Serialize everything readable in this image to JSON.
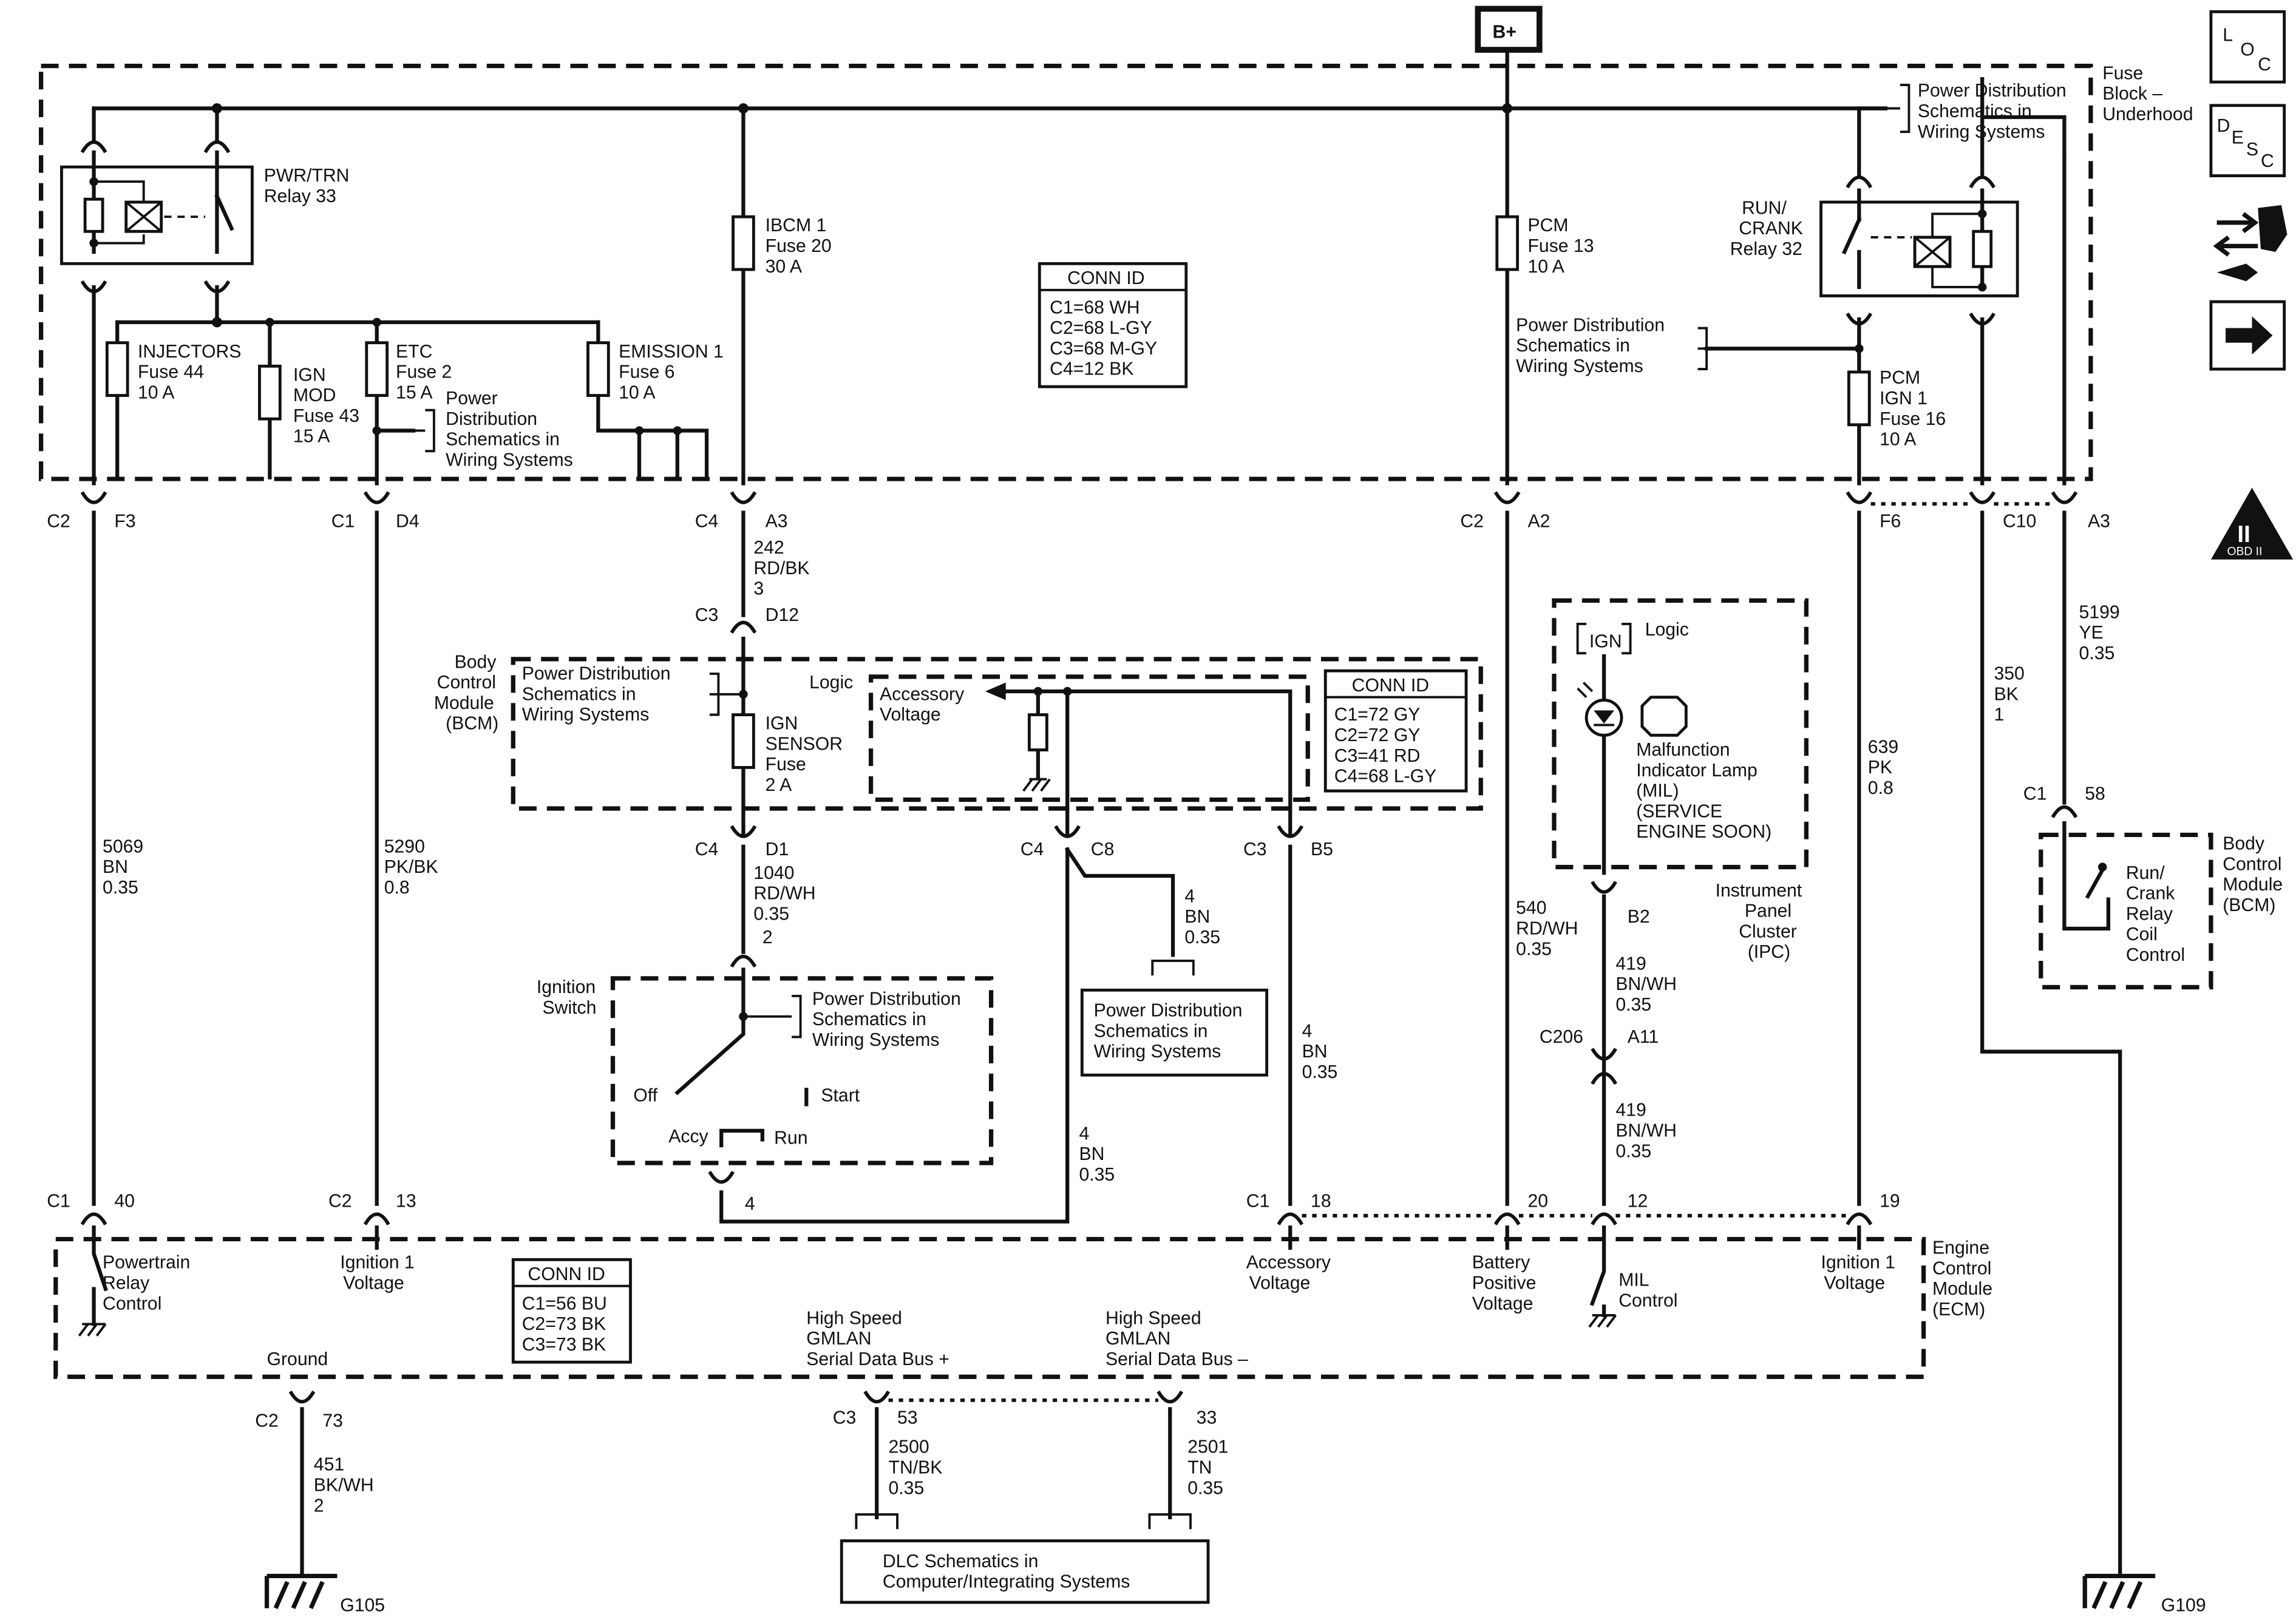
{
  "source": {
    "b_plus": "B+"
  },
  "icons": {
    "loc": [
      "L",
      "O",
      "C"
    ],
    "desc": [
      "D",
      "E",
      "S",
      "C"
    ],
    "obd_badge": [
      "II",
      "OBD II"
    ]
  },
  "fuse_block": {
    "title": [
      "Fuse",
      "Block –",
      "Underhood"
    ],
    "pwr_trn_relay": [
      "PWR/TRN",
      "Relay 33"
    ],
    "run_crank_relay": [
      "RUN/",
      "CRANK",
      "Relay 32"
    ],
    "ibcm_fuse": [
      "IBCM 1",
      "Fuse 20",
      "30 A"
    ],
    "pcm_fuse": [
      "PCM",
      "Fuse 13",
      "10 A"
    ],
    "pcm_ign_fuse": [
      "PCM",
      "IGN 1",
      "Fuse 16",
      "10 A"
    ],
    "injectors_fuse": [
      "INJECTORS",
      "Fuse 44",
      "10 A"
    ],
    "ign_mod_fuse": [
      "IGN",
      "MOD",
      "Fuse 43",
      "15 A"
    ],
    "etc_fuse": [
      "ETC",
      "Fuse 2",
      "15 A"
    ],
    "emission_fuse": [
      "EMISSION 1",
      "Fuse 6",
      "10 A"
    ],
    "pd_ref_top": [
      "Power Distribution",
      "Schematics in",
      "Wiring Systems"
    ],
    "pd_ref_etc": [
      "Power",
      "Distribution",
      "Schematics in",
      "Wiring Systems"
    ],
    "pd_ref_pcm": [
      "Power Distribution",
      "Schematics in",
      "Wiring Systems"
    ],
    "conn_id": {
      "header": "CONN ID",
      "rows": [
        "C1=68 WH",
        "C2=68 L-GY",
        "C3=68 M-GY",
        "C4=12 BK"
      ]
    }
  },
  "pins_top": {
    "f3": [
      "C2",
      "F3"
    ],
    "d4": [
      "C1",
      "D4"
    ],
    "a3": [
      "C4",
      "A3"
    ],
    "a2": [
      "C2",
      "A2"
    ],
    "f6": [
      "F6"
    ],
    "c10": [
      "C10"
    ],
    "a3b": [
      "A3"
    ]
  },
  "wires": {
    "w242": [
      "242",
      "RD/BK",
      "3"
    ],
    "w1040": [
      "1040",
      "RD/WH",
      "0.35",
      "2"
    ],
    "w5069": [
      "5069",
      "BN",
      "0.35"
    ],
    "w5290": [
      "5290",
      "PK/BK",
      "0.8"
    ],
    "w4bn_a": [
      "4",
      "BN",
      "0.35"
    ],
    "w4bn_b": [
      "4",
      "BN",
      "0.35"
    ],
    "w4bn_c": [
      "4",
      "BN",
      "0.35"
    ],
    "w540": [
      "540",
      "RD/WH",
      "0.35"
    ],
    "w419a": [
      "419",
      "BN/WH",
      "0.35"
    ],
    "w419b": [
      "419",
      "BN/WH",
      "0.35"
    ],
    "w639": [
      "639",
      "PK",
      "0.8"
    ],
    "w350": [
      "350",
      "BK",
      "1"
    ],
    "w5199": [
      "5199",
      "YE",
      "0.35"
    ],
    "w451": [
      "451",
      "BK/WH",
      "2"
    ],
    "w2500": [
      "2500",
      "TN/BK",
      "0.35"
    ],
    "w2501": [
      "2501",
      "TN",
      "0.35"
    ]
  },
  "bcm": {
    "title": [
      "Body",
      "Control",
      "Module",
      "(BCM)"
    ],
    "pd_ref": [
      "Power Distribution",
      "Schematics in",
      "Wiring Systems"
    ],
    "logic": "Logic",
    "accessory": [
      "Accessory",
      "Voltage"
    ],
    "ign_fuse": [
      "IGN",
      "SENSOR",
      "Fuse",
      "2 A"
    ],
    "conn_id": {
      "header": "CONN ID",
      "rows": [
        "C1=72 GY",
        "C2=72 GY",
        "C3=41 RD",
        "C4=68 L-GY"
      ]
    },
    "pins": {
      "d12": [
        "C3",
        "D12"
      ],
      "d1": [
        "C4",
        "D1"
      ],
      "c8": [
        "C4",
        "C8"
      ],
      "b5": [
        "C3",
        "B5"
      ]
    }
  },
  "ignition_switch": {
    "title": [
      "Ignition",
      "Switch"
    ],
    "pd_ref": [
      "Power Distribution",
      "Schematics in",
      "Wiring Systems"
    ],
    "off": "Off",
    "start": "Start",
    "accy": "Accy",
    "run": "Run",
    "pin": "4"
  },
  "pd_box_mid": [
    "Power Distribution",
    "Schematics in",
    "Wiring Systems"
  ],
  "ipc": {
    "ign": "IGN",
    "logic": "Logic",
    "mil": [
      "Malfunction",
      "Indicator Lamp",
      "(MIL)",
      "(SERVICE",
      "ENGINE SOON)"
    ],
    "title": [
      "Instrument",
      "Panel",
      "Cluster",
      "(IPC)"
    ],
    "b2": "B2",
    "c206": "C206",
    "a11": "A11"
  },
  "bcm_right": {
    "title": [
      "Body",
      "Control",
      "Module",
      "(BCM)"
    ],
    "relay_ctl": [
      "Run/",
      "Crank",
      "Relay",
      "Coil",
      "Control"
    ],
    "pins": [
      "C1",
      "58"
    ]
  },
  "ecm": {
    "title": [
      "Engine",
      "Control",
      "Module",
      "(ECM)"
    ],
    "pins": {
      "p40": [
        "C1",
        "40"
      ],
      "p13": [
        "C2",
        "13"
      ],
      "p18": [
        "C1",
        "18"
      ],
      "p20": [
        "20"
      ],
      "p12": [
        "12"
      ],
      "p19": [
        "19"
      ]
    },
    "powertrain": [
      "Powertrain",
      "Relay",
      "Control"
    ],
    "ign1_left": [
      "Ignition 1",
      "Voltage"
    ],
    "accessory": [
      "Accessory",
      "Voltage"
    ],
    "battery": [
      "Battery",
      "Positive",
      "Voltage"
    ],
    "mil_control": [
      "MIL",
      "Control"
    ],
    "ign1_right": [
      "Ignition 1",
      "Voltage"
    ],
    "ground": "Ground",
    "gmlan_plus": [
      "High Speed",
      "GMLAN",
      "Serial Data Bus +"
    ],
    "gmlan_minus": [
      "High Speed",
      "GMLAN",
      "Serial Data Bus –"
    ],
    "conn_id": {
      "header": "CONN ID",
      "rows": [
        "C1=56 BU",
        "C2=73 BK",
        "C3=73 BK"
      ]
    },
    "ground_pin": [
      "C2",
      "73"
    ],
    "dlc_pins": [
      "C3",
      "53",
      "33"
    ]
  },
  "dlc": [
    "DLC Schematics in",
    "Computer/Integrating Systems"
  ],
  "grounds": {
    "g105": "G105",
    "g109": "G109"
  }
}
